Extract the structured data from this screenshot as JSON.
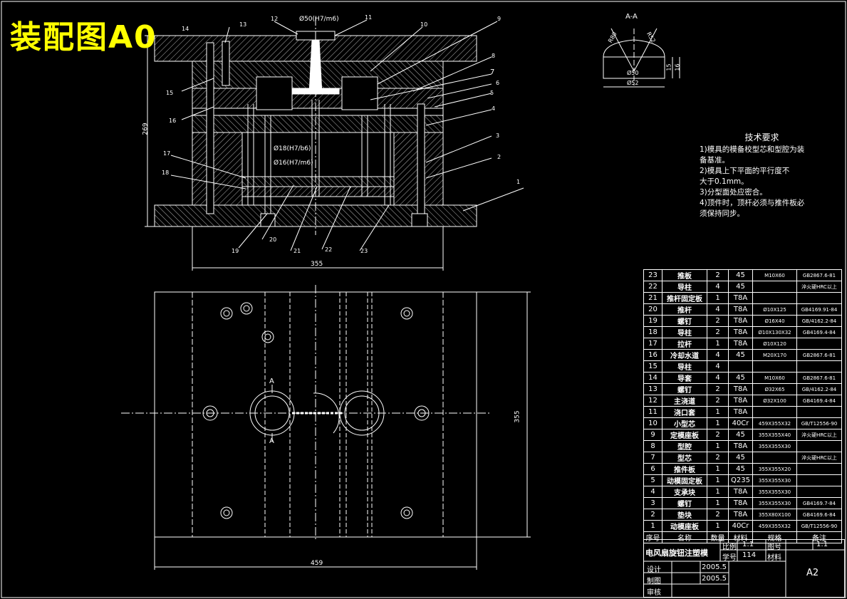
{
  "title": "装配图A0",
  "section_label": "A-A",
  "section_marks": [
    "A",
    "A"
  ],
  "dims": {
    "sprue_fit": "Ø50(H7/m6)",
    "pin_fit_1": "Ø18(H7/b6)",
    "pin_fit_2": "Ø16(H7/m6)",
    "height": "269",
    "width_top": "355",
    "width_bottom": "459",
    "height_right": "355",
    "sec_dim_a": "R80",
    "sec_dim_b": "R52",
    "sec_dim_c": "Ø50",
    "sec_dim_d": "Ø52",
    "sec_dim_e": "15",
    "sec_dim_f": "16"
  },
  "callouts_left": [
    "14",
    "13",
    "12",
    "11",
    "10",
    "9",
    "8",
    "7",
    "6",
    "5",
    "4",
    "3",
    "2",
    "1"
  ],
  "callouts_extra": [
    "15",
    "16",
    "17",
    "18",
    "19",
    "20",
    "21",
    "22",
    "23"
  ],
  "tech_req": {
    "title": "技术要求",
    "lines": [
      "1)模具的模备校型芯和型腔为装",
      "备基准。",
      "2)模具上下平面的平行度不",
      "大于0.1mm。",
      "3)分型面处应密合。",
      "4)顶件时，顶杆必须与推件板必",
      "须保持同步。"
    ]
  },
  "bom": [
    {
      "no": "23",
      "name": "推板",
      "qty": "2",
      "mat": "45",
      "spec": "M10X60",
      "std": "GB2867.6-81"
    },
    {
      "no": "22",
      "name": "导柱",
      "qty": "4",
      "mat": "45",
      "spec": "",
      "std": "淬火硬HRC以上"
    },
    {
      "no": "21",
      "name": "推杆固定板",
      "qty": "1",
      "mat": "T8A",
      "spec": "",
      "std": ""
    },
    {
      "no": "20",
      "name": "推杆",
      "qty": "4",
      "mat": "T8A",
      "spec": "Ø10X125",
      "std": "GB4169.91-84"
    },
    {
      "no": "19",
      "name": "螺钉",
      "qty": "2",
      "mat": "T8A",
      "spec": "Ø16X40",
      "std": "GB/4162.2-84"
    },
    {
      "no": "18",
      "name": "导柱",
      "qty": "2",
      "mat": "T8A",
      "spec": "Ø10X130X32",
      "std": "GB4169.4-84"
    },
    {
      "no": "17",
      "name": "拉杆",
      "qty": "1",
      "mat": "T8A",
      "spec": "Ø10X120",
      "std": ""
    },
    {
      "no": "16",
      "name": "冷却水道",
      "qty": "4",
      "mat": "45",
      "spec": "M20X170",
      "std": "GB2867.6-81"
    },
    {
      "no": "15",
      "name": "导柱",
      "qty": "4",
      "mat": "",
      "spec": "",
      "std": ""
    },
    {
      "no": "14",
      "name": "导套",
      "qty": "4",
      "mat": "45",
      "spec": "M10X60",
      "std": "GB2867.6-81"
    },
    {
      "no": "13",
      "name": "螺钉",
      "qty": "2",
      "mat": "T8A",
      "spec": "Ø32X65",
      "std": "GB/4162.2-84"
    },
    {
      "no": "12",
      "name": "主浇道",
      "qty": "2",
      "mat": "T8A",
      "spec": "Ø32X100",
      "std": "GB4169.4-84"
    },
    {
      "no": "11",
      "name": "浇口套",
      "qty": "1",
      "mat": "T8A",
      "spec": "",
      "std": ""
    },
    {
      "no": "10",
      "name": "小型芯",
      "qty": "1",
      "mat": "40Cr",
      "spec": "459X355X32",
      "std": "GB/T12556-90"
    },
    {
      "no": "9",
      "name": "定模座板",
      "qty": "2",
      "mat": "45",
      "spec": "355X355X40",
      "std": "淬火硬HRC以上"
    },
    {
      "no": "8",
      "name": "型腔",
      "qty": "1",
      "mat": "T8A",
      "spec": "355X355X30",
      "std": ""
    },
    {
      "no": "7",
      "name": "型芯",
      "qty": "2",
      "mat": "45",
      "spec": "",
      "std": "淬火硬HRC以上"
    },
    {
      "no": "6",
      "name": "推件板",
      "qty": "1",
      "mat": "45",
      "spec": "355X355X20",
      "std": ""
    },
    {
      "no": "5",
      "name": "动模固定板",
      "qty": "1",
      "mat": "Q235",
      "spec": "355X355X30",
      "std": ""
    },
    {
      "no": "4",
      "name": "支承块",
      "qty": "1",
      "mat": "T8A",
      "spec": "355X355X30",
      "std": ""
    },
    {
      "no": "3",
      "name": "螺钉",
      "qty": "1",
      "mat": "T8A",
      "spec": "355X355X30",
      "std": "GB4169.7-84"
    },
    {
      "no": "2",
      "name": "垫块",
      "qty": "2",
      "mat": "T8A",
      "spec": "355X80X100",
      "std": "GB4169.6-84"
    },
    {
      "no": "1",
      "name": "动模座板",
      "qty": "1",
      "mat": "40Cr",
      "spec": "459X355X32",
      "std": "GB/T12556-90"
    }
  ],
  "bom_header": {
    "no": "序号",
    "name": "名称",
    "qty": "数量",
    "mat": "材料",
    "spec": "规格",
    "std": "备注"
  },
  "title_block": {
    "drawing_name": "电风扇旋钮注塑模",
    "scale_label": "比例",
    "scale_val": "1:1",
    "sheet_label": "图号",
    "sheet_val": "1:1",
    "id_label": "学号",
    "id_val": "114",
    "mat_label": "材料",
    "design_label": "设计",
    "design_date": "2005.5",
    "draw_label": "制图",
    "draw_date": "2005.5",
    "check_label": "审核",
    "sheet_size": "A2"
  },
  "colors": {
    "line": "#ffffff",
    "title": "#ffff00",
    "background": "#000000"
  }
}
